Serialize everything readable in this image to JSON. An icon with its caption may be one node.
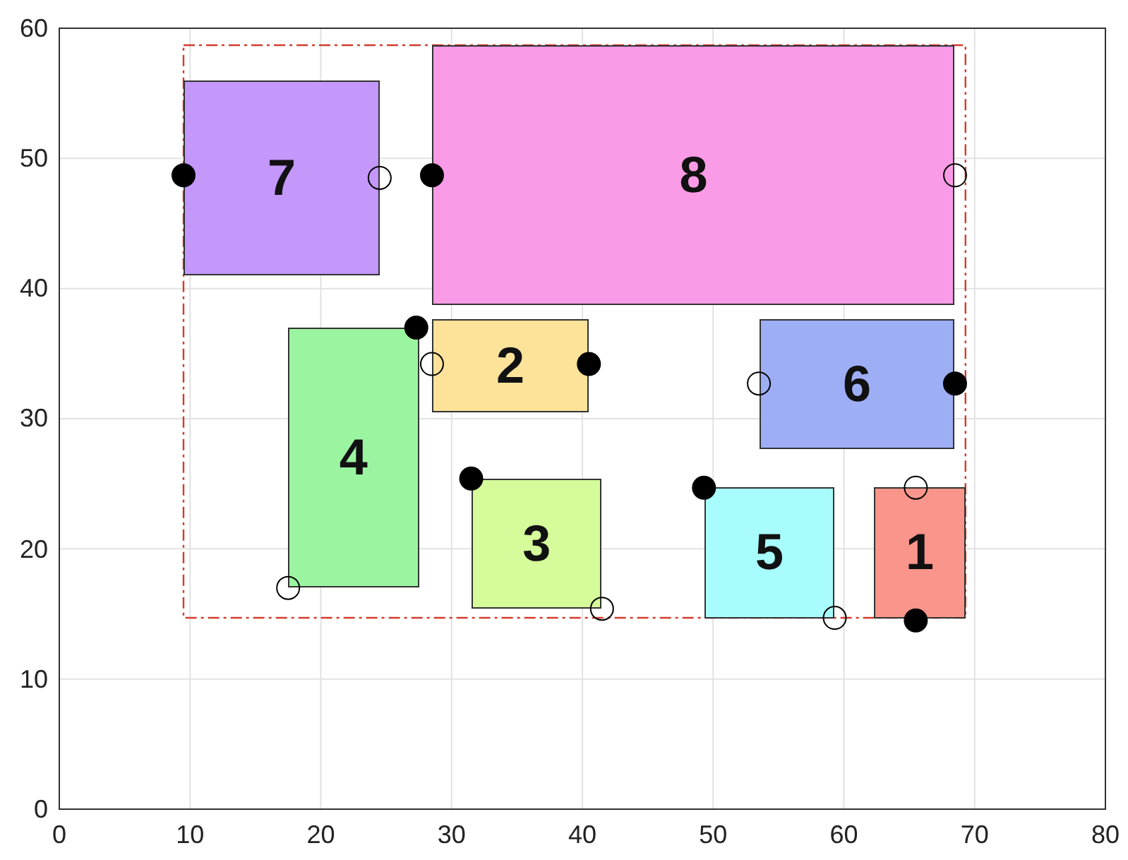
{
  "diagram": {
    "nodes": [
      {
        "text": [
          "7"
        ]
      },
      {
        "text": [
          "8"
        ]
      },
      {
        "text": [
          "2"
        ]
      },
      {
        "text": [
          "6"
        ]
      },
      {
        "text": [
          "4"
        ]
      },
      {
        "text": [
          "3"
        ]
      },
      {
        "text": [
          "5"
        ]
      },
      {
        "text": [
          "1"
        ]
      }
    ],
    "labels": [
      "60",
      "50",
      "40",
      "30",
      "20",
      "10",
      "0",
      "0",
      "10",
      "20",
      "30",
      "40",
      "50",
      "60",
      "70",
      "80"
    ]
  }
}
